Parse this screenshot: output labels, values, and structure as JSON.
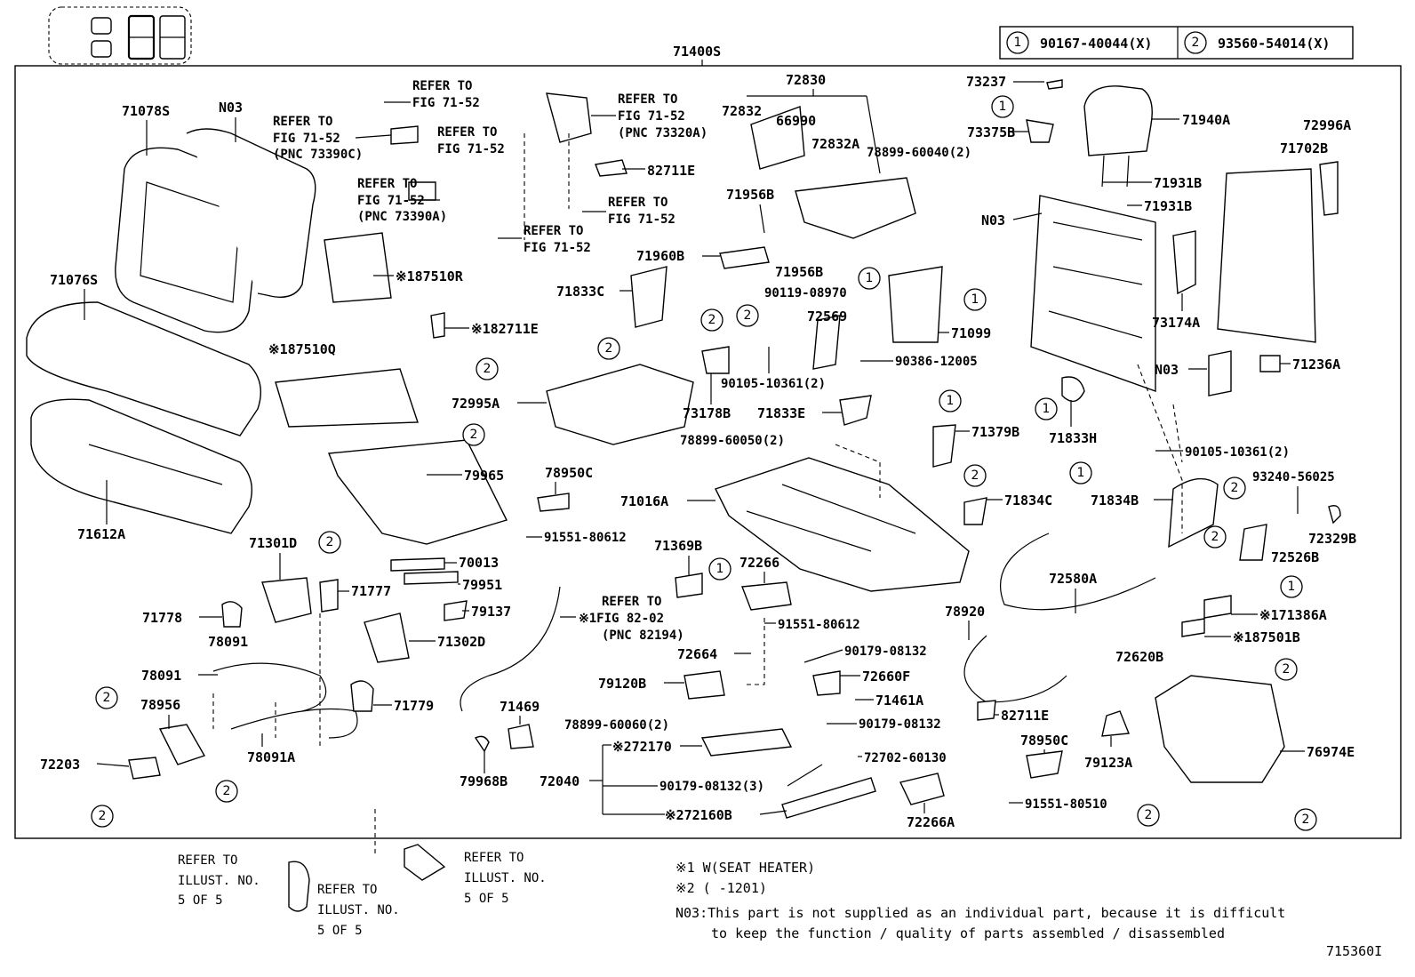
{
  "main_label": "71400S",
  "figure_id": "715360I",
  "legend": {
    "circle1": "1",
    "part1": "90167-40044(X)",
    "circle2": "2",
    "part2": "93560-54014(X)"
  },
  "parts": {
    "p71078S": "71078S",
    "pN03a": "N03",
    "p71076S": "71076S",
    "p71612A": "71612A",
    "p187510R": "※187510R",
    "p182711E": "※182711E",
    "p187510Q": "※187510Q",
    "p82711E_a": "82711E",
    "p72830": "72830",
    "p72832": "72832",
    "p66990": "66990",
    "p72832A": "72832A",
    "p73237": "73237",
    "p73375B": "73375B",
    "p78899_60040": "78899-60040(2)",
    "p71940A": "71940A",
    "p72996A": "72996A",
    "p71702B": "71702B",
    "p71931B_a": "71931B",
    "p71931B_b": "71931B",
    "pN03b": "N03",
    "p71956B_a": "71956B",
    "p71960B": "71960B",
    "p71956B_b": "71956B",
    "p71833C": "71833C",
    "p90119": "90119-08970",
    "p72569": "72569",
    "p71099": "71099",
    "p90386": "90386-12005",
    "p90105_a": "90105-10361(2)",
    "p72995A": "72995A",
    "p73178B": "73178B",
    "p71833E": "71833E",
    "p73174A": "73174A",
    "pN03c": "N03",
    "p71236A": "71236A",
    "p71833H": "71833H",
    "p90105_b": "90105-10361(2)",
    "p71379B": "71379B",
    "p78899_60050": "78899-60050(2)",
    "p79965": "79965",
    "p78950C_a": "78950C",
    "p71016A": "71016A",
    "p91551_80612_a": "91551-80612",
    "p71834C": "71834C",
    "p71834B": "71834B",
    "p93240": "93240-56025",
    "p72329B": "72329B",
    "p72526B": "72526B",
    "p71301D": "71301D",
    "p70013": "70013",
    "p79951": "79951",
    "p71369B": "71369B",
    "p72266": "72266",
    "p72580A": "72580A",
    "p71777": "71777",
    "p79137": "79137",
    "p71778": "71778",
    "p78091_a": "78091",
    "p71302D": "71302D",
    "p91551_80612_b": "91551-80612",
    "p78920": "78920",
    "p71386A": "※171386A",
    "p187501B": "※187501B",
    "p72620B": "72620B",
    "p78091_b": "78091",
    "p72664": "72664",
    "p90179_08132_a": "90179-08132",
    "p72660F": "72660F",
    "p79120B": "79120B",
    "p71461A": "71461A",
    "p71779": "71779",
    "p71469": "71469",
    "p82711E_b": "82711E",
    "p78956": "78956",
    "p78899_60060": "78899-60060(2)",
    "p90179_08132_b": "90179-08132",
    "p78950C_b": "78950C",
    "p76974E": "76974E",
    "p72203": "72203",
    "p72170": "※272170",
    "p72702": "72702-60130",
    "p78091A": "78091A",
    "p79968B": "79968B",
    "p72040": "72040",
    "p90179_08132_3": "90179-08132(3)",
    "p79123A": "79123A",
    "p91551_80510": "91551-80510",
    "p72160B": "※272160B",
    "p72266A": "72266A"
  },
  "refs": {
    "r1_line1": "REFER TO",
    "r1_line2": "FIG 71-52",
    "r2_line1": "REFER TO",
    "r2_line2": "FIG 71-52",
    "r2_line3": "(PNC 73390C)",
    "r3_line1": "REFER TO",
    "r3_line2": "FIG 71-52",
    "r4_line1": "REFER TO",
    "r4_line2": "FIG 71-52",
    "r4_line3": "(PNC 73320A)",
    "r5_line1": "REFER TO",
    "r5_line2": "FIG 71-52",
    "r5_line3": "(PNC 73390A)",
    "r6_line1": "REFER TO",
    "r6_line2": "FIG 71-52",
    "r7_line1": "REFER TO",
    "r7_line2": "FIG 71-52",
    "r8_line1": "REFER TO",
    "r8_line2": "※1FIG 82-02",
    "r8_line3": "(PNC 82194)",
    "r9_line1": "REFER TO",
    "r9_line2": "ILLUST. NO.",
    "r9_line3": "5 OF 5",
    "r10_line1": "REFER TO",
    "r10_line2": "ILLUST. NO.",
    "r10_line3": "5 OF 5",
    "r11_line1": "REFER TO",
    "r11_line2": "ILLUST. NO.",
    "r11_line3": "5 OF 5"
  },
  "notes": {
    "n1": "※1 W(SEAT HEATER)",
    "n2": "※2 (     -1201)",
    "n3_line1": "N03:This part is not supplied as an individual part, because it is difficult",
    "n3_line2": "to keep the function / quality of parts assembled / disassembled"
  },
  "callout_numbers": {
    "one": "1",
    "two": "2"
  }
}
